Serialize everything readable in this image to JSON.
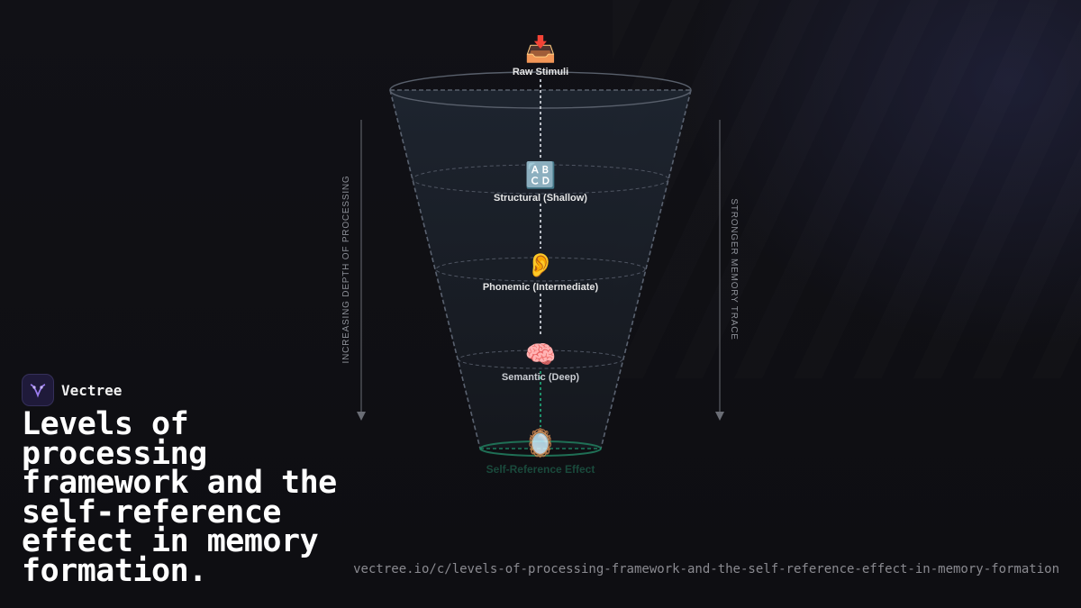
{
  "diagram": {
    "levels": [
      {
        "label": "Raw Stimuli",
        "icon": "inbox-tray-icon",
        "glyph": "📥"
      },
      {
        "label": "Structural (Shallow)",
        "icon": "abcd-letters-icon",
        "glyph": "🔠"
      },
      {
        "label": "Phonemic (Intermediate)",
        "icon": "ear-icon",
        "glyph": "👂"
      },
      {
        "label": "Semantic (Deep)",
        "icon": "brain-icon",
        "glyph": "🧠"
      },
      {
        "label": "Self-Reference Effect",
        "icon": "mirror-icon",
        "glyph": "🪞"
      }
    ],
    "left_axis_label": "INCREASING DEPTH OF PROCESSING",
    "right_axis_label": "STRONGER MEMORY TRACE",
    "colors": {
      "funnel_fill": "#1b2029",
      "funnel_edge": "#5a6270",
      "connector": "#b8bcc4",
      "self_reference_accent": "#1f8f6a",
      "label_text": "#e6e6e6"
    }
  },
  "brand": {
    "name": "Vectree",
    "logo_icon": "vectree-logo-icon"
  },
  "headline": "Levels of processing framework and the self-reference effect in memory formation.",
  "url": "vectree.io/c/levels-of-processing-framework-and-the-self-reference-effect-in-memory-formation"
}
